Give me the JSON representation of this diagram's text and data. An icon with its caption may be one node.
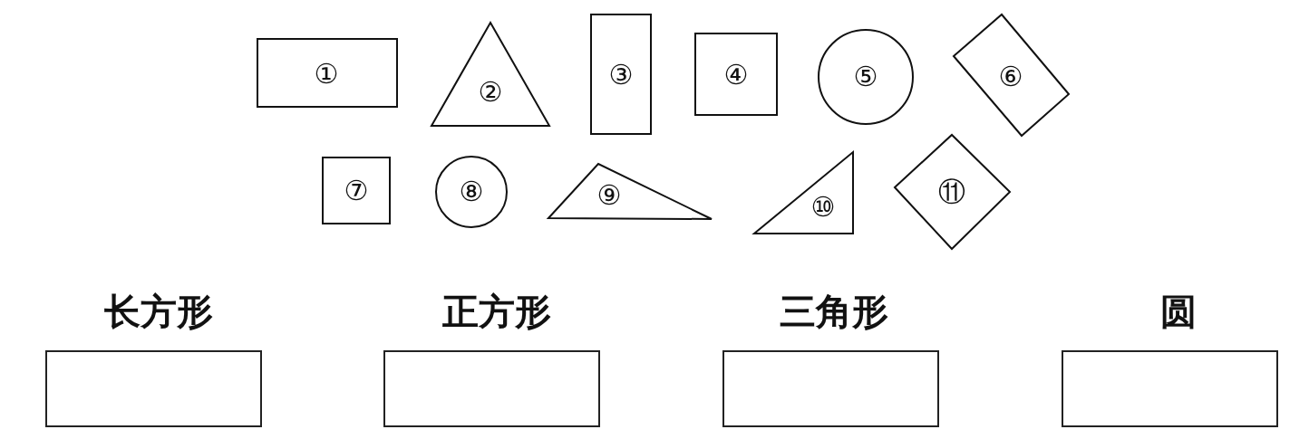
{
  "diagram": {
    "nodes": [
      {
        "text": [
          "①"
        ]
      },
      {
        "text": [
          "②"
        ]
      },
      {
        "text": [
          "③"
        ]
      },
      {
        "text": [
          "④"
        ]
      },
      {
        "text": [
          "⑤"
        ]
      },
      {
        "text": [
          "⑥"
        ]
      },
      {
        "text": [
          "⑦"
        ]
      },
      {
        "text": [
          "⑧"
        ]
      },
      {
        "text": [
          "⑨"
        ]
      },
      {
        "text": [
          "⑩"
        ]
      },
      {
        "text": [
          "⑪"
        ]
      },
      {
        "text": [
          "长方形"
        ]
      },
      {
        "text": [
          "正方形"
        ]
      },
      {
        "text": [
          "三角形"
        ]
      },
      {
        "text": [
          "圆"
        ]
      }
    ]
  }
}
